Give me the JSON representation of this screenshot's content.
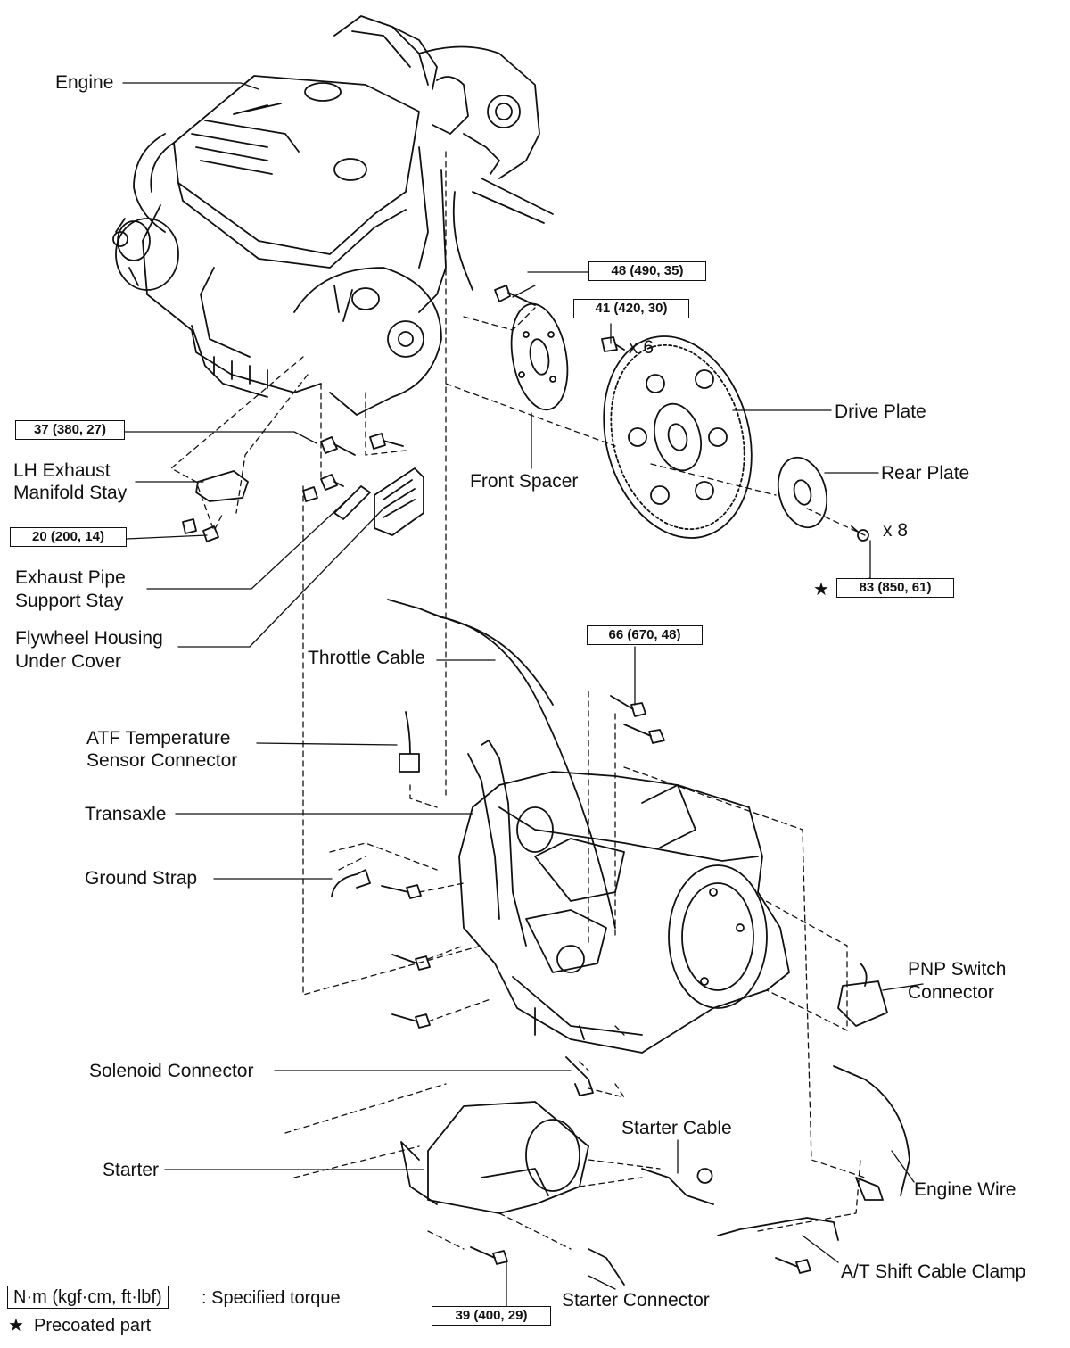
{
  "labels": {
    "engine": "Engine",
    "lh_exhaust_1": "LH Exhaust",
    "lh_exhaust_2": "Manifold Stay",
    "exhaust_pipe_1": "Exhaust Pipe",
    "exhaust_pipe_2": "Support Stay",
    "flywheel_1": "Flywheel Housing",
    "flywheel_2": "Under Cover",
    "throttle_cable": "Throttle Cable",
    "atf_1": "ATF Temperature",
    "atf_2": "Sensor Connector",
    "transaxle": "Transaxle",
    "ground_strap": "Ground Strap",
    "solenoid_connector": "Solenoid Connector",
    "starter": "Starter",
    "starter_cable": "Starter Cable",
    "starter_connector": "Starter Connector",
    "front_spacer": "Front Spacer",
    "drive_plate": "Drive Plate",
    "rear_plate": "Rear Plate",
    "pnp_1": "PNP Switch",
    "pnp_2": "Connector",
    "engine_wire": "Engine Wire",
    "at_shift_cable_clamp": "A/T Shift Cable Clamp"
  },
  "torques": {
    "t48": "48 (490, 35)",
    "t41": "41 (420, 30)",
    "t37": "37 (380, 27)",
    "t20": "20 (200, 14)",
    "t83": "83 (850, 61)",
    "t66": "66 (670, 48)",
    "t39": "39 (400, 29)"
  },
  "quantities": {
    "x6": "x 6",
    "x8": "x 8"
  },
  "star_symbol": "★",
  "legend": {
    "torque_unit": "N·m (kgf·cm, ft·lbf)",
    "torque_desc": ": Specified torque",
    "precoated_star": "★",
    "precoated_desc": "Precoated part"
  }
}
